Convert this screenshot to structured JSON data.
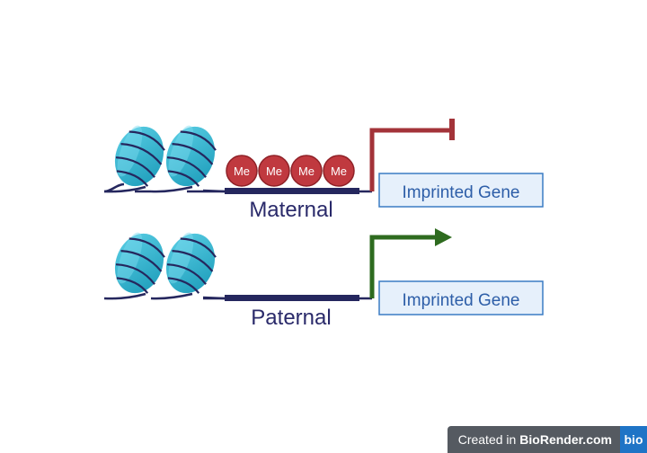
{
  "maternal": {
    "label": "Maternal",
    "gene_label": "Imprinted Gene",
    "methyl_marks": [
      "Me",
      "Me",
      "Me",
      "Me"
    ],
    "promoter_state": "repressed"
  },
  "paternal": {
    "label": "Paternal",
    "gene_label": "Imprinted Gene",
    "promoter_state": "active"
  },
  "colors": {
    "nucleosome": "#2bb3cf",
    "dna": "#25275e",
    "methyl": "#c0393f",
    "repressed_arrow": "#a33339",
    "active_arrow": "#2e6b1f",
    "gene_box_fill": "#e6f0fb",
    "gene_box_stroke": "#3a7cc4"
  },
  "badge": {
    "prefix": "Created in",
    "brand": "BioRender.com",
    "logo": "bio"
  }
}
